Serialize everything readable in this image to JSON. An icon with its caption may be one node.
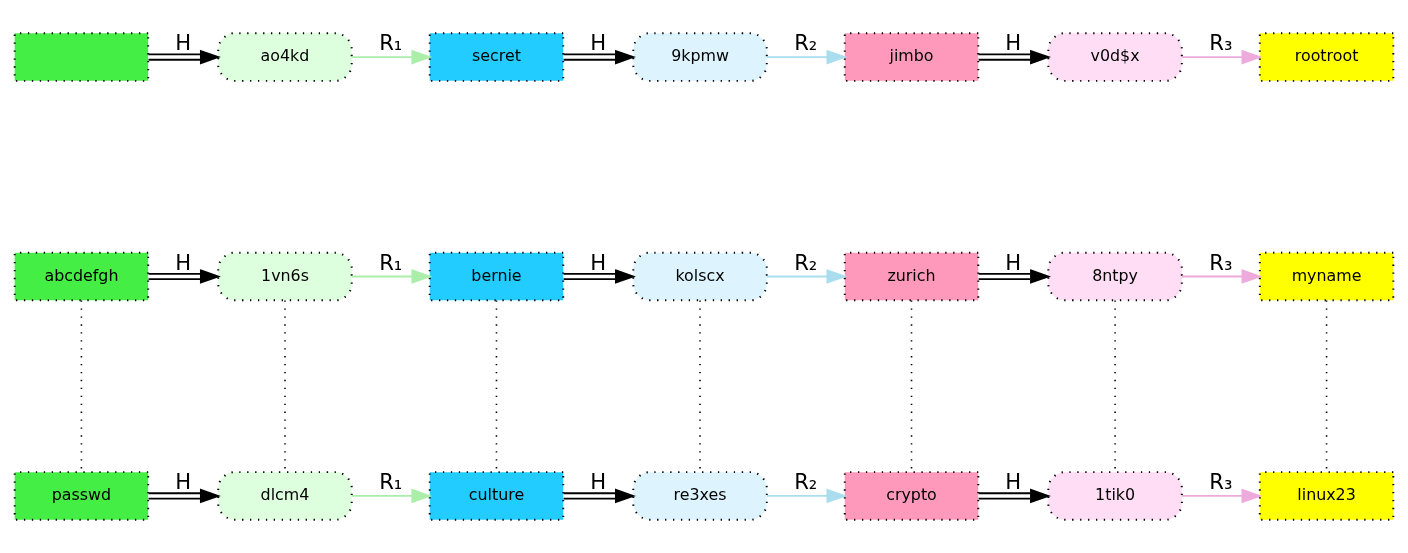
{
  "diagram": {
    "nodes": [
      {
        "text": [],
        "shape": "box"
      },
      {
        "text": [
          "ao4kd"
        ]
      },
      {
        "text": [
          "secret"
        ]
      },
      {
        "text": [
          "9kpmw"
        ]
      },
      {
        "text": [
          "jimbo"
        ]
      },
      {
        "text": [
          "v0d$x"
        ]
      },
      {
        "text": [
          "rootroot"
        ]
      },
      {
        "text": [
          "abcdefgh"
        ]
      },
      {
        "text": [
          "1vn6s"
        ]
      },
      {
        "text": [
          "bernie"
        ]
      },
      {
        "text": [
          "kolscx"
        ]
      },
      {
        "text": [
          "zurich"
        ]
      },
      {
        "text": [
          "8ntpy"
        ]
      },
      {
        "text": [
          "myname"
        ]
      },
      {
        "text": [
          "passwd"
        ]
      },
      {
        "text": [
          "dlcm4"
        ]
      },
      {
        "text": [
          "culture"
        ]
      },
      {
        "text": [
          "re3xes"
        ]
      },
      {
        "text": [
          "crypto"
        ]
      },
      {
        "text": [
          "1tik0"
        ]
      },
      {
        "text": [
          "linux23"
        ]
      }
    ],
    "edges": [
      {
        "from": 0,
        "to": 1,
        "arrow": "to",
        "label": "H"
      },
      {
        "from": 1,
        "to": 2,
        "arrow": "to",
        "label": "R₁",
        "color": "#aaeeaa"
      },
      {
        "from": 2,
        "to": 3,
        "arrow": "to",
        "label": "H"
      },
      {
        "from": 3,
        "to": 4,
        "arrow": "to",
        "label": "R₂",
        "color": "#aaddee"
      },
      {
        "from": 4,
        "to": 5,
        "arrow": "to",
        "label": "H"
      },
      {
        "from": 5,
        "to": 6,
        "arrow": "to",
        "label": "R₃",
        "color": "#eeaadd"
      },
      {
        "from": 7,
        "to": 8,
        "arrow": "to",
        "label": "H"
      },
      {
        "from": 8,
        "to": 9,
        "arrow": "to",
        "label": "R₁",
        "color": "#aaeeaa"
      },
      {
        "from": 9,
        "to": 10,
        "arrow": "to",
        "label": "H"
      },
      {
        "from": 10,
        "to": 11,
        "arrow": "to",
        "label": "R₂",
        "color": "#aaddee"
      },
      {
        "from": 11,
        "to": 12,
        "arrow": "to",
        "label": "H"
      },
      {
        "from": 12,
        "to": 13,
        "arrow": "to",
        "label": "R₃",
        "color": "#eeaadd"
      },
      {
        "from": 14,
        "to": 15,
        "arrow": "to",
        "label": "H"
      },
      {
        "from": 15,
        "to": 16,
        "arrow": "to",
        "label": "R₁",
        "color": "#aaeeaa"
      },
      {
        "from": 16,
        "to": 17,
        "arrow": "to",
        "label": "H"
      },
      {
        "from": 17,
        "to": 18,
        "arrow": "to",
        "label": "R₂",
        "color": "#aaddee"
      },
      {
        "from": 18,
        "to": 19,
        "arrow": "to",
        "label": "H"
      },
      {
        "from": 19,
        "to": 20,
        "arrow": "to",
        "label": "R₃",
        "color": "#eeaadd"
      },
      {
        "from": 7,
        "to": 14,
        "arrow": "none",
        "style": "dashed"
      },
      {
        "from": 8,
        "to": 15,
        "arrow": "none",
        "style": "dashed"
      },
      {
        "from": 9,
        "to": 16,
        "arrow": "none",
        "style": "dashed"
      },
      {
        "from": 10,
        "to": 17,
        "arrow": "none",
        "style": "dashed"
      },
      {
        "from": 11,
        "to": 18,
        "arrow": "none",
        "style": "dashed"
      },
      {
        "from": 12,
        "to": 19,
        "arrow": "none",
        "style": "dashed"
      },
      {
        "from": 13,
        "to": 20,
        "arrow": "none",
        "style": "dashed"
      }
    ]
  }
}
